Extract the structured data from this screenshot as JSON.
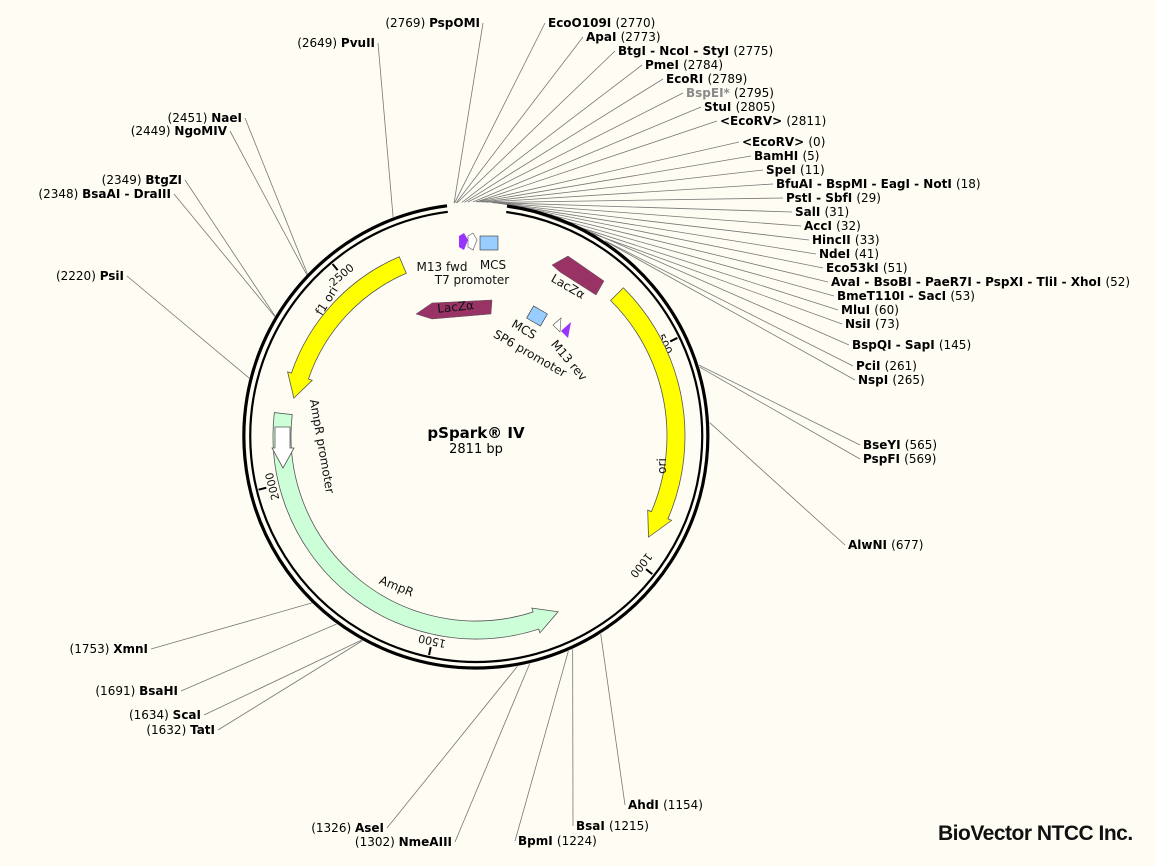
{
  "plasmid": {
    "name": "pSpark® IV",
    "size_label": "2811 bp",
    "total_bp": 2811
  },
  "brand": "BioVector NTCC Inc.",
  "tick_labels": [
    {
      "bp": 500,
      "label": "500"
    },
    {
      "bp": 1000,
      "label": "1000"
    },
    {
      "bp": 1500,
      "label": "1500"
    },
    {
      "bp": 2000,
      "label": "2000"
    },
    {
      "bp": 2500,
      "label": "2500"
    }
  ],
  "features": [
    {
      "id": "ori",
      "label": "ori",
      "color": "#ffff00"
    },
    {
      "id": "ampr",
      "label": "AmpR",
      "color": "#ccffd8"
    },
    {
      "id": "ampr-promoter",
      "label": "AmpR promoter",
      "color": "#ffffff"
    },
    {
      "id": "f1-ori",
      "label": "f1 ori",
      "color": "#ffff00"
    },
    {
      "id": "lacz-outer",
      "label": "LacZα",
      "color": "#993366"
    },
    {
      "id": "lacz-inner",
      "label": "LacZα",
      "color": "#993366"
    },
    {
      "id": "m13-fwd",
      "label": "M13 fwd",
      "color": "#9933ff"
    },
    {
      "id": "t7-promoter",
      "label": "T7 promoter",
      "color": "#ffffff"
    },
    {
      "id": "mcs-top",
      "label": "MCS",
      "color": "#99ccff"
    },
    {
      "id": "mcs-bottom",
      "label": "MCS",
      "color": "#99ccff"
    },
    {
      "id": "sp6-promoter",
      "label": "SP6 promoter",
      "color": "#ffffff"
    },
    {
      "id": "m13-rev",
      "label": "M13 rev",
      "color": "#9933ff"
    }
  ],
  "sites": [
    {
      "id": "psiI",
      "name": "PsiI",
      "pos": "(2220)"
    },
    {
      "id": "bsaai-draiii",
      "name": "BsaAI - DraIII",
      "pos": "(2348)"
    },
    {
      "id": "btgzi",
      "name": "BtgZI",
      "pos": "(2349)"
    },
    {
      "id": "ngomiv",
      "name": "NgoMIV",
      "pos": "(2449)"
    },
    {
      "id": "naei",
      "name": "NaeI",
      "pos": "(2451)"
    },
    {
      "id": "pvuii",
      "name": "PvuII",
      "pos": "(2649)"
    },
    {
      "id": "pspomi",
      "name": "PspOMI",
      "pos": "(2769)"
    },
    {
      "id": "ecoo109i",
      "name": "EcoO109I",
      "pos": "(2770)"
    },
    {
      "id": "apai",
      "name": "ApaI",
      "pos": "(2773)"
    },
    {
      "id": "btgi",
      "name": "BtgI - NcoI - StyI",
      "pos": "(2775)"
    },
    {
      "id": "pmei",
      "name": "PmeI",
      "pos": "(2784)"
    },
    {
      "id": "ecori",
      "name": "EcoRI",
      "pos": "(2789)"
    },
    {
      "id": "bspei",
      "name": "BspEI*",
      "pos": "(2795)",
      "grey": true
    },
    {
      "id": "stui",
      "name": "StuI",
      "pos": "(2805)"
    },
    {
      "id": "ecorv-end",
      "name": "<EcoRV>",
      "pos": "(2811)"
    },
    {
      "id": "ecorv-start",
      "name": "<EcoRV>",
      "pos": "(0)"
    },
    {
      "id": "bamhi",
      "name": "BamHI",
      "pos": "(5)"
    },
    {
      "id": "spei",
      "name": "SpeI",
      "pos": "(11)"
    },
    {
      "id": "bfuai",
      "name": "BfuAI - BspMI - EagI - NotI",
      "pos": "(18)"
    },
    {
      "id": "psti",
      "name": "PstI - SbfI",
      "pos": "(29)"
    },
    {
      "id": "sali",
      "name": "SalI",
      "pos": "(31)"
    },
    {
      "id": "acci",
      "name": "AccI",
      "pos": "(32)"
    },
    {
      "id": "hincii",
      "name": "HincII",
      "pos": "(33)"
    },
    {
      "id": "ndei",
      "name": "NdeI",
      "pos": "(41)"
    },
    {
      "id": "eco53ki",
      "name": "Eco53kI",
      "pos": "(51)"
    },
    {
      "id": "avai",
      "name": "AvaI - BsoBI - PaeR7I - PspXI - TliI - XhoI",
      "pos": "(52)"
    },
    {
      "id": "bmet110i",
      "name": "BmeT110I - SacI",
      "pos": "(53)"
    },
    {
      "id": "mlui",
      "name": "MluI",
      "pos": "(60)"
    },
    {
      "id": "nsii",
      "name": "NsiI",
      "pos": "(73)"
    },
    {
      "id": "bspqi",
      "name": "BspQI - SapI",
      "pos": "(145)"
    },
    {
      "id": "pcii",
      "name": "PciI",
      "pos": "(261)"
    },
    {
      "id": "nspi",
      "name": "NspI",
      "pos": "(265)"
    },
    {
      "id": "bseyi",
      "name": "BseYI",
      "pos": "(565)"
    },
    {
      "id": "pspfi",
      "name": "PspFI",
      "pos": "(569)"
    },
    {
      "id": "alwni",
      "name": "AlwNI",
      "pos": "(677)"
    },
    {
      "id": "ahdi",
      "name": "AhdI",
      "pos": "(1154)"
    },
    {
      "id": "bsai",
      "name": "BsaI",
      "pos": "(1215)"
    },
    {
      "id": "bpmi",
      "name": "BpmI",
      "pos": "(1224)"
    },
    {
      "id": "asei",
      "name": "AseI",
      "pos": "(1326)"
    },
    {
      "id": "nmeaiii",
      "name": "NmeAIII",
      "pos": "(1302)"
    },
    {
      "id": "tati",
      "name": "TatI",
      "pos": "(1632)"
    },
    {
      "id": "scai",
      "name": "ScaI",
      "pos": "(1634)"
    },
    {
      "id": "bsahi",
      "name": "BsaHI",
      "pos": "(1691)"
    },
    {
      "id": "xmni",
      "name": "XmnI",
      "pos": "(1753)"
    }
  ]
}
